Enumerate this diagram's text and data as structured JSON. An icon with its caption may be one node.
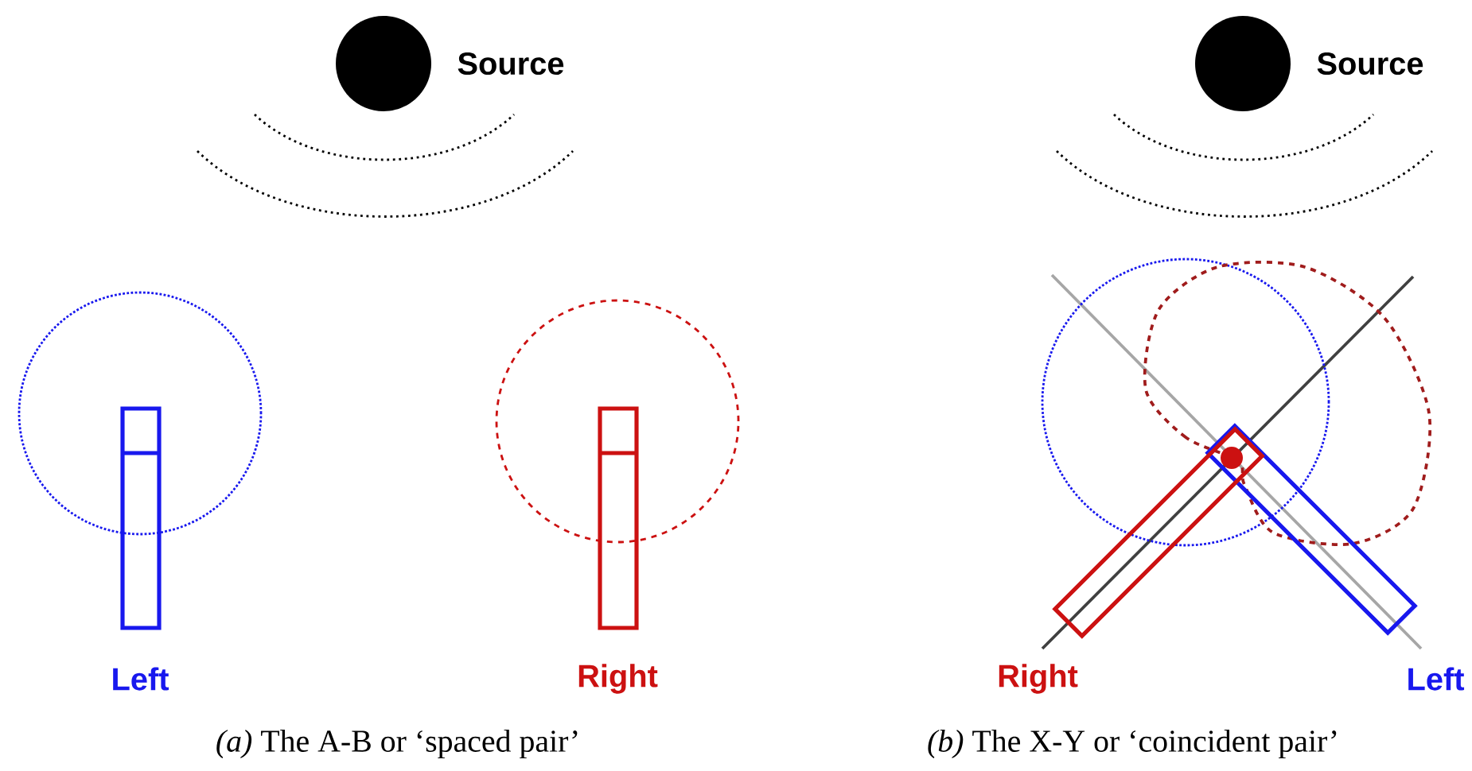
{
  "diagram": {
    "labels": [
      "Source",
      "Source",
      "Left",
      "Right",
      "Right",
      "Left",
      "*(a)* The A-B or ‘spaced pair’",
      "*(b)* The X-Y or ‘coincident pair’"
    ]
  }
}
